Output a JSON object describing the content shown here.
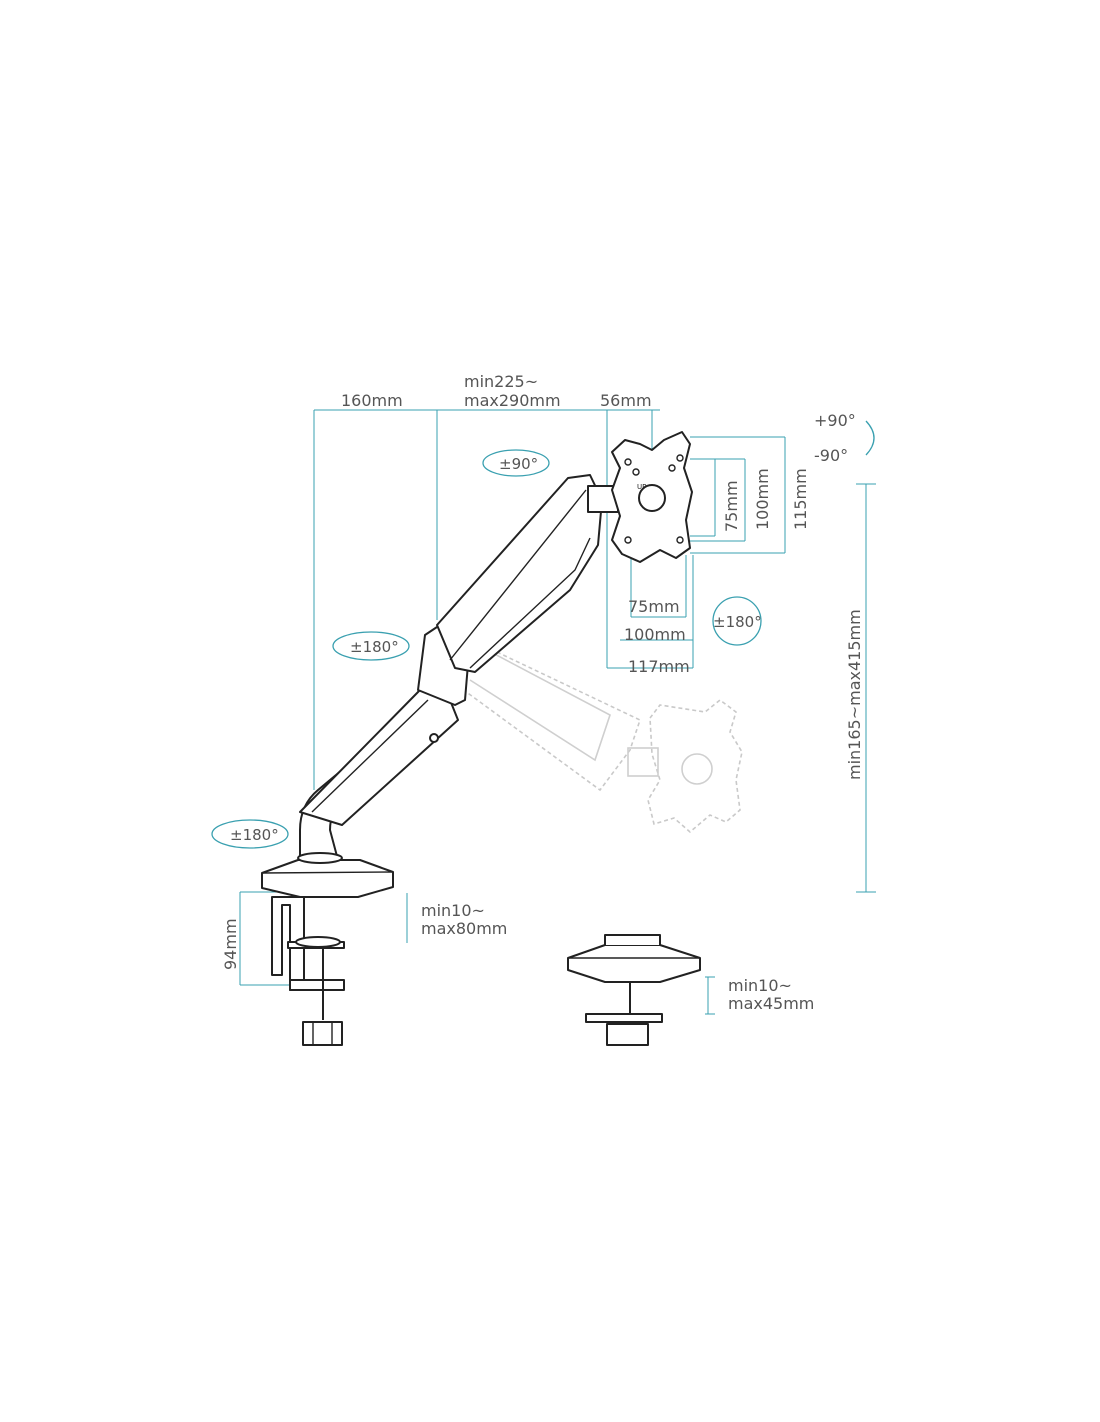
{
  "dimensions": {
    "offset": "160mm",
    "arm_length_min": "min225~",
    "arm_length_max": "max290mm",
    "plate_offset": "56mm",
    "height_range": "min165~max415mm",
    "vesa_h_75": "75mm",
    "vesa_h_100": "100mm",
    "vesa_h_115": "115mm",
    "vesa_w_75": "75mm",
    "vesa_w_100": "100mm",
    "vesa_w_117": "117mm",
    "clamp_height": "94mm",
    "clamp_range_min": "min10~",
    "clamp_range_max": "max80mm",
    "grommet_range_min": "min10~",
    "grommet_range_max": "max45mm"
  },
  "rotations": {
    "tilt_up": "+90°",
    "tilt_down": "-90°",
    "head_swivel": "±90°",
    "plate_rotate": "±180°",
    "elbow_swivel": "±180°",
    "base_swivel": "±180°"
  },
  "plate_label": "UP",
  "colors": {
    "dimension_line": "#3aa0b0",
    "drawing": "#222222",
    "ghost": "#c9c9c9",
    "text": "#555555"
  }
}
